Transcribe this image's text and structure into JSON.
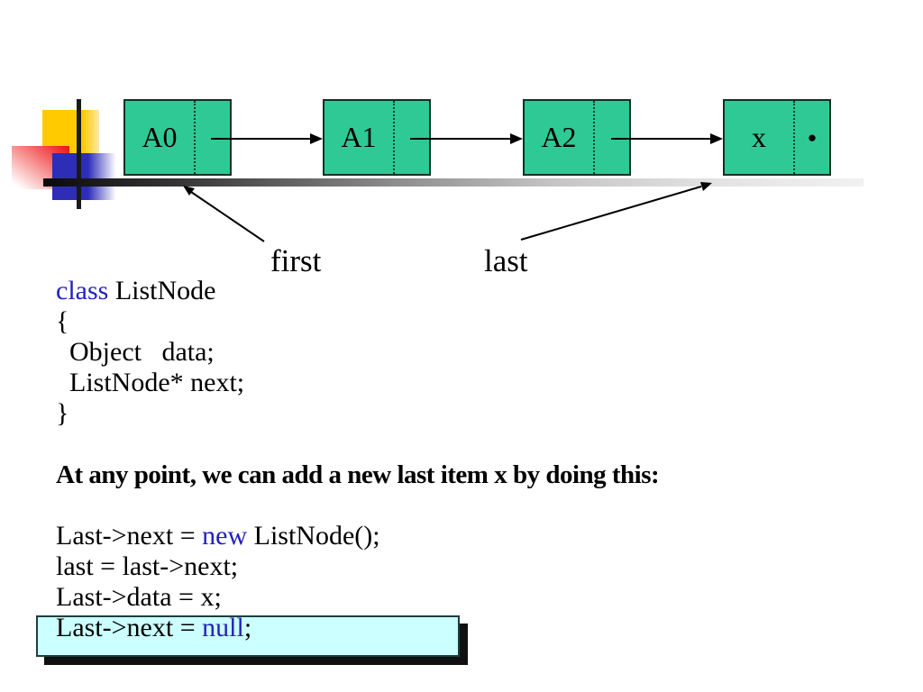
{
  "slide": {
    "diagram": {
      "nodes": [
        {
          "label": "A0"
        },
        {
          "label": "A1"
        },
        {
          "label": "A2"
        },
        {
          "label": "x",
          "pointer_glyph": "●"
        }
      ],
      "pointer_labels": {
        "first": "first",
        "last": "last"
      }
    },
    "code": {
      "class_kw": "class",
      "class_rest": " ListNode",
      "brace_open": "{",
      "field_data": "  Object   data;",
      "field_next": "  ListNode* next;",
      "brace_close": "}",
      "bold_line": "At any point, we can add a new last item x by doing this:",
      "stmt1_pre": "Last->next = ",
      "stmt1_kw": "new",
      "stmt1_post": " ListNode();",
      "stmt2": "last = last->next;",
      "stmt3": "Last->data = x;",
      "stmt4_pre": "Last->next = ",
      "stmt4_kw": "null",
      "stmt4_post": ";"
    },
    "colors": {
      "node_fill": "#2fc996",
      "keyword_blue": "#2222bb",
      "highlight_bg": "#ccffff",
      "decor_yellow": "#ffcb00",
      "decor_red": "#ee1c1c",
      "decor_blue": "#2d2db8"
    }
  }
}
